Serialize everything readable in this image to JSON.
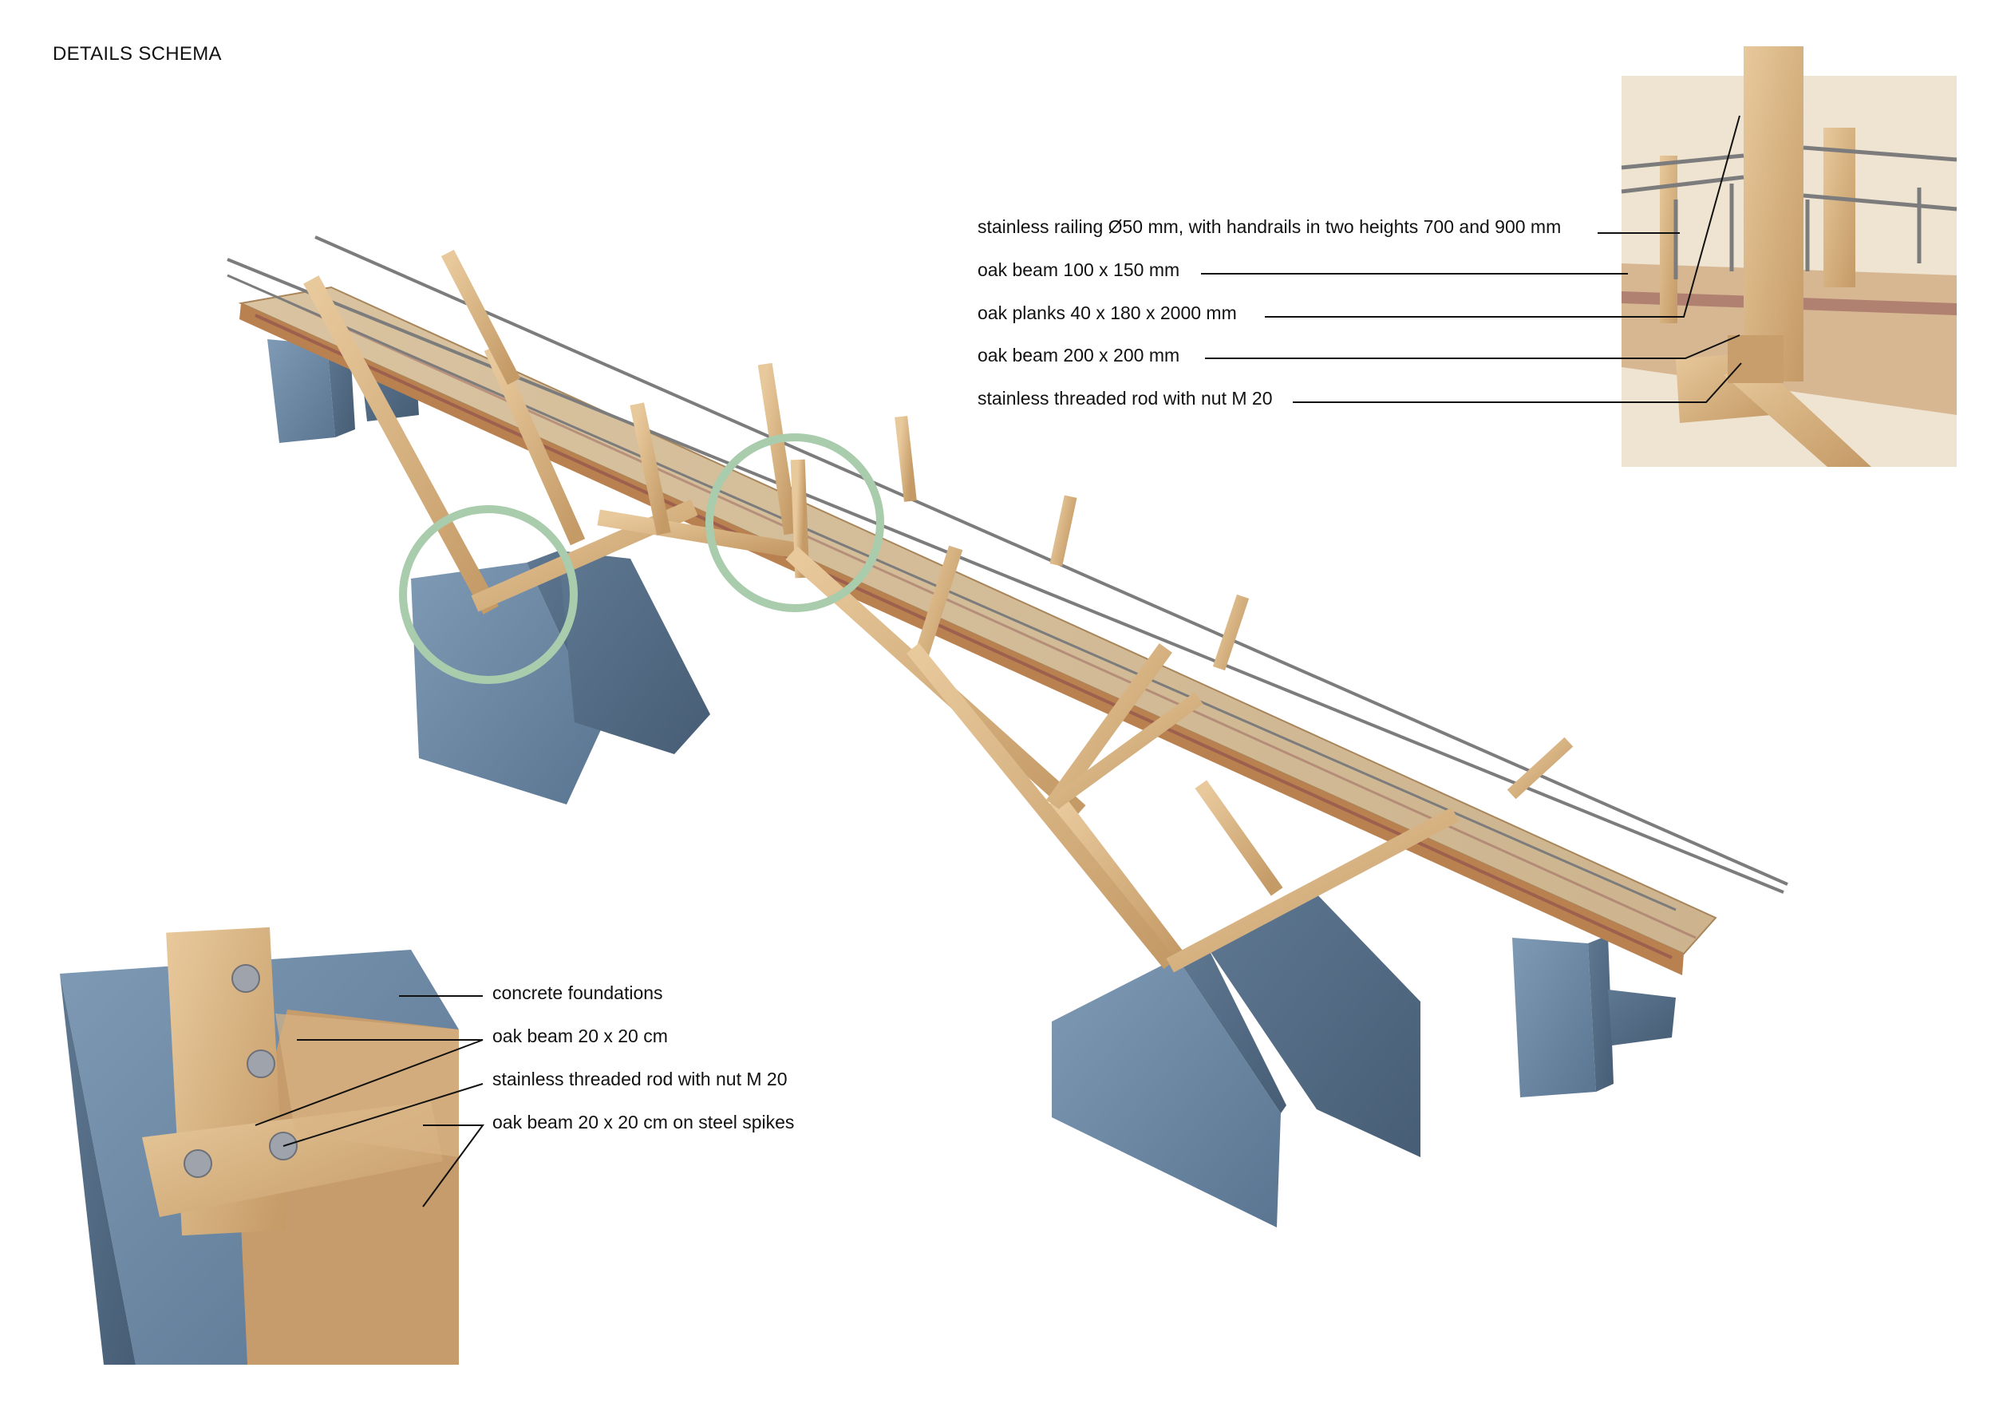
{
  "title": "DETAILS SCHEMA",
  "colors": {
    "oak": "#d8b385",
    "oak_dark": "#b08a5c",
    "concrete": "#6f8aa6",
    "concrete_dark": "#4e6680",
    "railing": "#7c7c7c",
    "deck_accent": "#8a4a4e",
    "highlight_circle": "#a9ccad"
  },
  "detail_top_right": {
    "labels": [
      "stainless railing Ø50 mm, with handrails in two heights 700 and 900 mm",
      "oak beam 100 x 150 mm",
      "oak planks 40 x 180 x 2000 mm",
      "oak beam 200 x 200 mm",
      "stainless threaded rod with nut M 20"
    ]
  },
  "detail_bottom_left": {
    "labels": [
      "concrete foundations",
      "oak beam 20 x 20 cm",
      "stainless threaded rod with nut M 20",
      "oak beam 20 x 20 cm on steel spikes"
    ]
  }
}
